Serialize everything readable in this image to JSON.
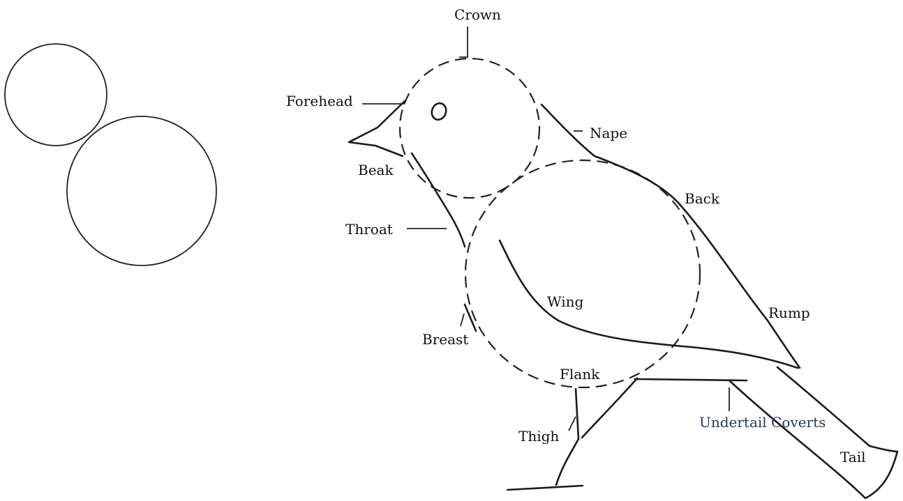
{
  "labels": {
    "crown": "Crown",
    "forehead": "Forehead",
    "nape": "Nape",
    "beak": "Beak",
    "back": "Back",
    "throat": "Throat",
    "wing": "Wing",
    "rump": "Rump",
    "breast": "Breast",
    "flank": "Flank",
    "thigh": "Thigh",
    "undertail_coverts": "Undertail Coverts",
    "tail": "Tail"
  },
  "colors": {
    "ink": "#1b1b1b",
    "undertail_label": "#2c3568",
    "background": "#ffffff"
  }
}
